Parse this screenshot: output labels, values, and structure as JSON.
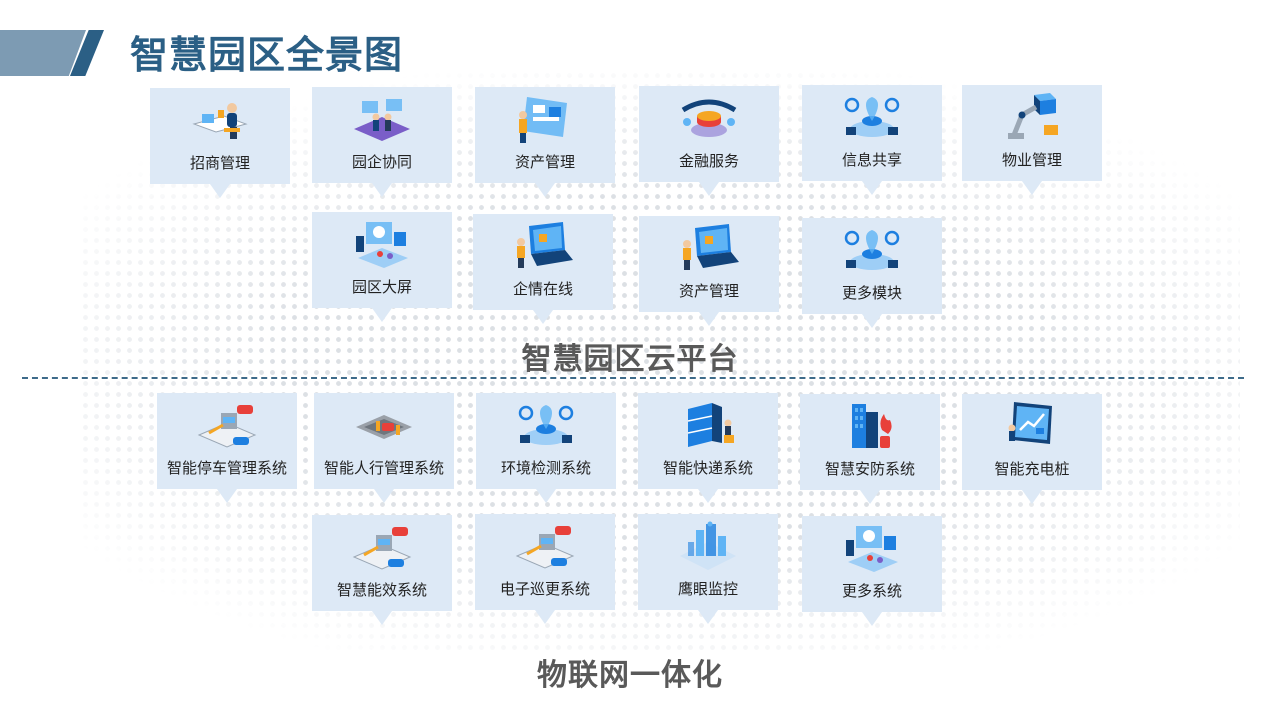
{
  "page": {
    "title": "智慧园区全景图"
  },
  "cloud": {
    "title": "智慧园区云平台",
    "items": [
      {
        "label": "招商管理",
        "icon": "office-desk-icon"
      },
      {
        "label": "园企协同",
        "icon": "collaboration-icon"
      },
      {
        "label": "资产管理",
        "icon": "phone-dashboard-icon"
      },
      {
        "label": "金融服务",
        "icon": "finance-coins-icon"
      },
      {
        "label": "信息共享",
        "icon": "network-sharing-icon"
      },
      {
        "label": "物业管理",
        "icon": "robot-arm-icon"
      },
      {
        "label": "园区大屏",
        "icon": "big-screen-icon"
      },
      {
        "label": "企情在线",
        "icon": "laptop-person-icon"
      },
      {
        "label": "资产管理",
        "icon": "laptop-person-icon"
      },
      {
        "label": "更多模块",
        "icon": "network-sharing-icon"
      }
    ]
  },
  "iot": {
    "title": "物联网一体化",
    "items": [
      {
        "label": "智能停车管理系统",
        "icon": "parking-gate-icon"
      },
      {
        "label": "智能人行管理系统",
        "icon": "pedestrian-gate-icon"
      },
      {
        "label": "环境检测系统",
        "icon": "network-sharing-icon"
      },
      {
        "label": "智能快递系统",
        "icon": "parcel-locker-icon"
      },
      {
        "label": "智慧安防系统",
        "icon": "building-fire-icon"
      },
      {
        "label": "智能充电桩",
        "icon": "charging-screen-icon"
      },
      {
        "label": "智慧能效系统",
        "icon": "parking-gate-icon"
      },
      {
        "label": "电子巡更系统",
        "icon": "parking-gate-icon"
      },
      {
        "label": "鹰眼监控",
        "icon": "city-monitor-icon"
      },
      {
        "label": "更多系统",
        "icon": "big-screen-icon"
      }
    ]
  },
  "colors": {
    "brand": "#2b5f85",
    "card": "#dde9f6",
    "accent": "#1d7fe0",
    "gray_text": "#595959"
  }
}
